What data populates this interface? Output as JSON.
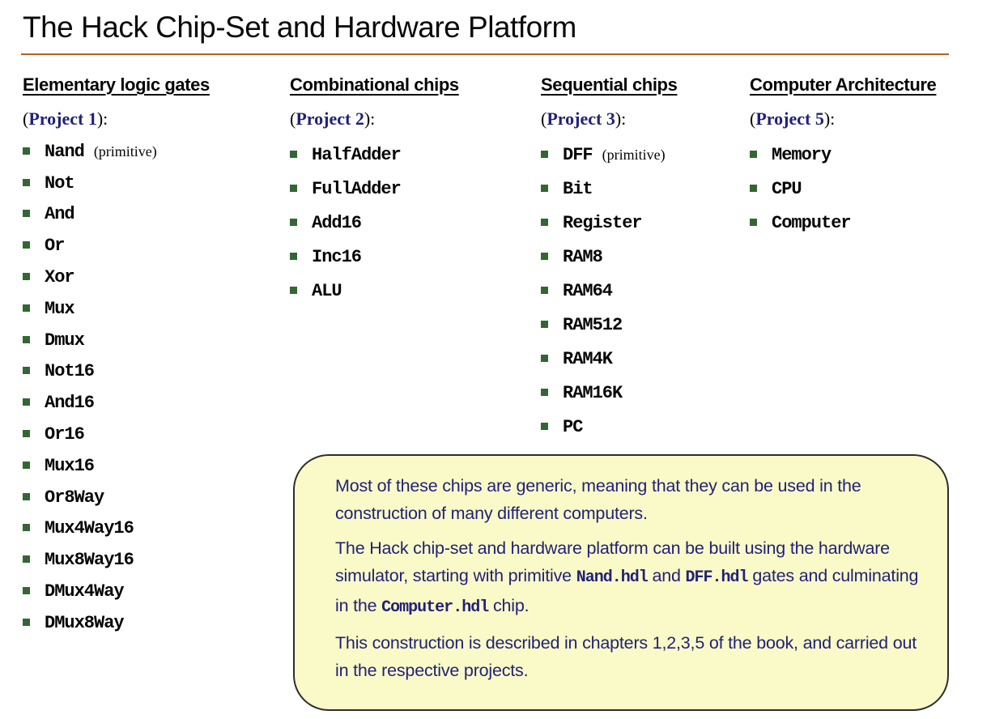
{
  "title": "The Hack Chip-Set and Hardware Platform",
  "colors": {
    "navy": "#21217a",
    "bullet_green": "#336633",
    "title_rule_brown": "#b4631c",
    "note_background": "#fafac8",
    "note_border": "#2d2d2d"
  },
  "columns": [
    {
      "header": "Elementary logic gates",
      "project_prefix": "(",
      "project": "Project 1",
      "project_suffix": "):",
      "items": [
        {
          "label": "Nand",
          "note": "(primitive)"
        },
        {
          "label": "Not"
        },
        {
          "label": "And"
        },
        {
          "label": "Or"
        },
        {
          "label": "Xor"
        },
        {
          "label": "Mux"
        },
        {
          "label": "Dmux"
        },
        {
          "label": "Not16"
        },
        {
          "label": "And16"
        },
        {
          "label": "Or16"
        },
        {
          "label": "Mux16"
        },
        {
          "label": "Or8Way"
        },
        {
          "label": "Mux4Way16"
        },
        {
          "label": "Mux8Way16"
        },
        {
          "label": "DMux4Way"
        },
        {
          "label": "DMux8Way"
        }
      ]
    },
    {
      "header": "Combinational chips",
      "project_prefix": "(",
      "project": "Project 2",
      "project_suffix": "):",
      "items": [
        {
          "label": "HalfAdder"
        },
        {
          "label": "FullAdder"
        },
        {
          "label": "Add16"
        },
        {
          "label": "Inc16"
        },
        {
          "label": "ALU"
        }
      ]
    },
    {
      "header": "Sequential chips",
      "project_prefix": "(",
      "project": "Project 3",
      "project_suffix": "):",
      "items": [
        {
          "label": "DFF",
          "note": "(primitive)"
        },
        {
          "label": "Bit"
        },
        {
          "label": "Register"
        },
        {
          "label": "RAM8"
        },
        {
          "label": "RAM64"
        },
        {
          "label": "RAM512"
        },
        {
          "label": "RAM4K"
        },
        {
          "label": "RAM16K"
        },
        {
          "label": "PC"
        }
      ]
    },
    {
      "header": "Computer Architecture",
      "project_prefix": "(",
      "project": "Project 5",
      "project_suffix": "):",
      "items": [
        {
          "label": "Memory"
        },
        {
          "label": "CPU"
        },
        {
          "label": "Computer"
        }
      ]
    }
  ],
  "note_box": {
    "paragraphs": [
      {
        "segments": [
          {
            "text": "Most of these chips are generic, meaning that they can be used in the construction of many different computers."
          }
        ]
      },
      {
        "segments": [
          {
            "text": "The Hack chip-set and hardware platform can be built using the hardware simulator, starting with primitive "
          },
          {
            "text": "Nand.hdl",
            "code": true
          },
          {
            "text": " and "
          },
          {
            "text": "DFF.hdl",
            "code": true
          },
          {
            "text": "  gates and culminating in the "
          },
          {
            "text": "Computer.hdl",
            "code": true
          },
          {
            "text": " chip."
          }
        ]
      },
      {
        "segments": [
          {
            "text": "This construction is described in chapters 1,2,3,5 of the book, and carried out in the respective projects."
          }
        ]
      }
    ]
  }
}
